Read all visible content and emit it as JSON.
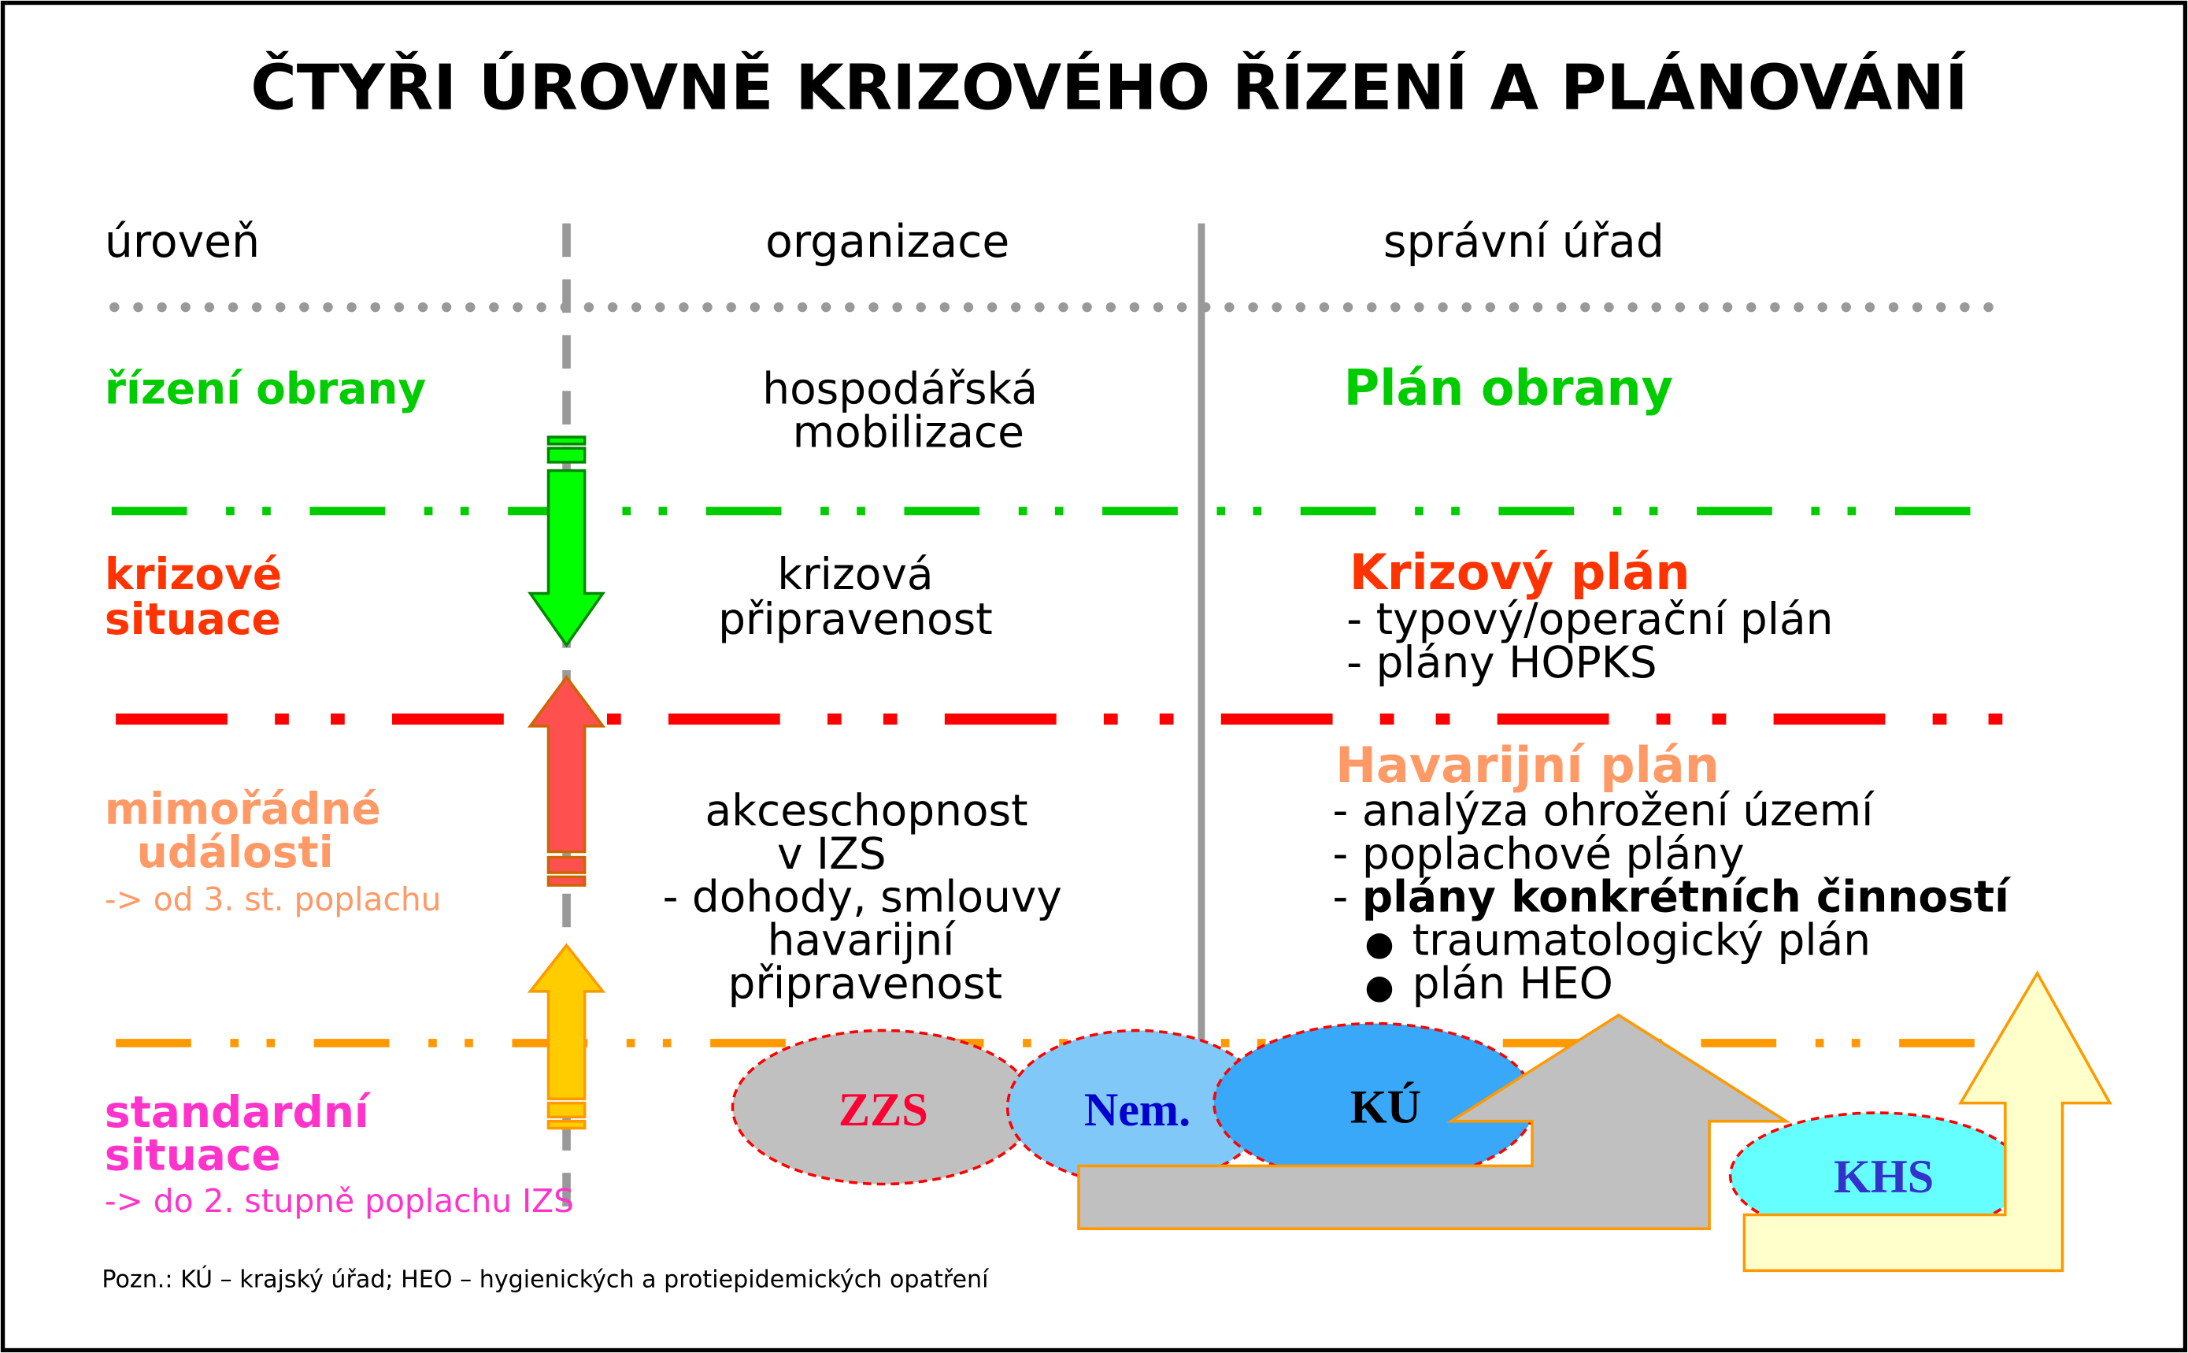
{
  "title": "ČTYŘI ÚROVNĚ KRIZOVÉHO ŘÍZENÍ A PLÁNOVÁNÍ",
  "headers": {
    "level": "úroveň",
    "organization": "organizace",
    "office": "správní úřad"
  },
  "levels": {
    "defense": {
      "label": "řízení obrany",
      "org": [
        "hospodářská",
        "mobilizace"
      ],
      "plan_title": "Plán obrany"
    },
    "crisis": {
      "label": [
        "krizové",
        "situace"
      ],
      "org": [
        "krizová",
        "připravenost"
      ],
      "plan_title": "Krizový plán",
      "plan_items": [
        "- typový/operační plán",
        "- plány  HOPKS"
      ]
    },
    "emergency": {
      "label": [
        "mimořádné",
        "události"
      ],
      "note": "-> od 3. st. poplachu",
      "org": [
        "akceschopnost",
        "v  IZS",
        "- dohody, smlouvy",
        "havarijní",
        "připravenost"
      ],
      "plan_title": "Havarijní plán",
      "plan_items": [
        "- analýza ohrožení území",
        "- poplachové plány",
        "plány konkrétních činností"
      ],
      "plan_dash": "- ",
      "bullets": [
        "traumatologický plán",
        "plán HEO"
      ],
      "bullet_glyph": "●"
    },
    "standard": {
      "label": [
        "standardní",
        "situace"
      ],
      "note": "-> do 2. stupně poplachu IZS"
    }
  },
  "entities": {
    "zzs": "ZZS",
    "nem": "Nem.",
    "ku": "KÚ",
    "khs": "KHS"
  },
  "footnote": "Pozn.: KÚ – krajský úřad; HEO – hygienických a protiepidemických opatření",
  "colors": {
    "green": "#00cc00",
    "red": "#ff3300",
    "salmon": "#ff9966",
    "pink": "#ff33cc",
    "orange": "#ff9900"
  }
}
